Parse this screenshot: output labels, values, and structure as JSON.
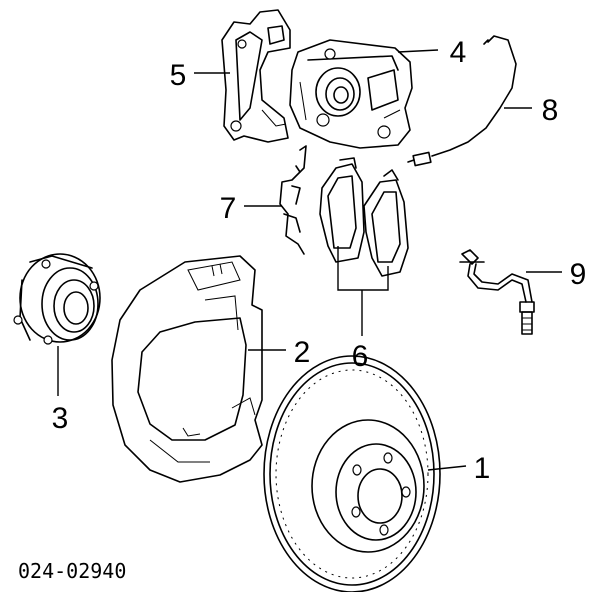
{
  "callouts": {
    "c1": "1",
    "c2": "2",
    "c3": "3",
    "c4": "4",
    "c5": "5",
    "c6": "6",
    "c7": "7",
    "c8": "8",
    "c9": "9"
  },
  "document_number": "024-02940"
}
